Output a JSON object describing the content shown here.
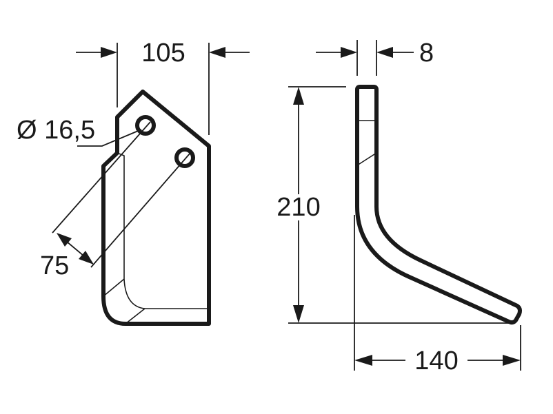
{
  "dimensions": {
    "width_top": "105",
    "hole_diameter": "Ø 16,5",
    "hole_spacing": "75",
    "thickness": "8",
    "height": "210",
    "length": "140"
  },
  "colors": {
    "line": "#1a1a1a",
    "background": "#ffffff"
  }
}
